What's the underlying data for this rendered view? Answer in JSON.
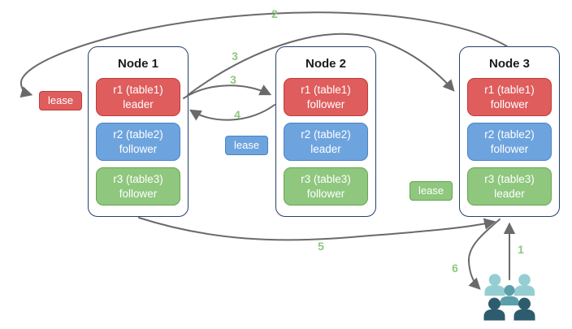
{
  "nodes": [
    {
      "title": "Node 1",
      "ranges": [
        {
          "label": "r1 (table1)",
          "role": "leader"
        },
        {
          "label": "r2 (table2)",
          "role": "follower"
        },
        {
          "label": "r3 (table3)",
          "role": "follower"
        }
      ]
    },
    {
      "title": "Node 2",
      "ranges": [
        {
          "label": "r1 (table1)",
          "role": "follower"
        },
        {
          "label": "r2 (table2)",
          "role": "leader"
        },
        {
          "label": "r3 (table3)",
          "role": "follower"
        }
      ]
    },
    {
      "title": "Node 3",
      "ranges": [
        {
          "label": "r1 (table1)",
          "role": "follower"
        },
        {
          "label": "r2 (table2)",
          "role": "follower"
        },
        {
          "label": "r3 (table3)",
          "role": "leader"
        }
      ]
    }
  ],
  "leases": [
    {
      "label": "lease",
      "color": "#df5d5d"
    },
    {
      "label": "lease",
      "color": "#6ea4de"
    },
    {
      "label": "lease",
      "color": "#8fc77e"
    }
  ],
  "steps": [
    "1",
    "2",
    "3",
    "3",
    "4",
    "5",
    "6"
  ],
  "colors": {
    "red_fill": "#df5d5d",
    "red_border": "#c13b3b",
    "blue_fill": "#6ea4de",
    "blue_border": "#4a82c6",
    "green_fill": "#8fc77e",
    "green_border": "#67a651",
    "node_border": "#24406b",
    "arrow": "#6a6a6a",
    "step_label": "#8cc87d",
    "users_back": "#95ced2",
    "users_middle": "#5b9faa",
    "users_front": "#2d5c6e"
  }
}
